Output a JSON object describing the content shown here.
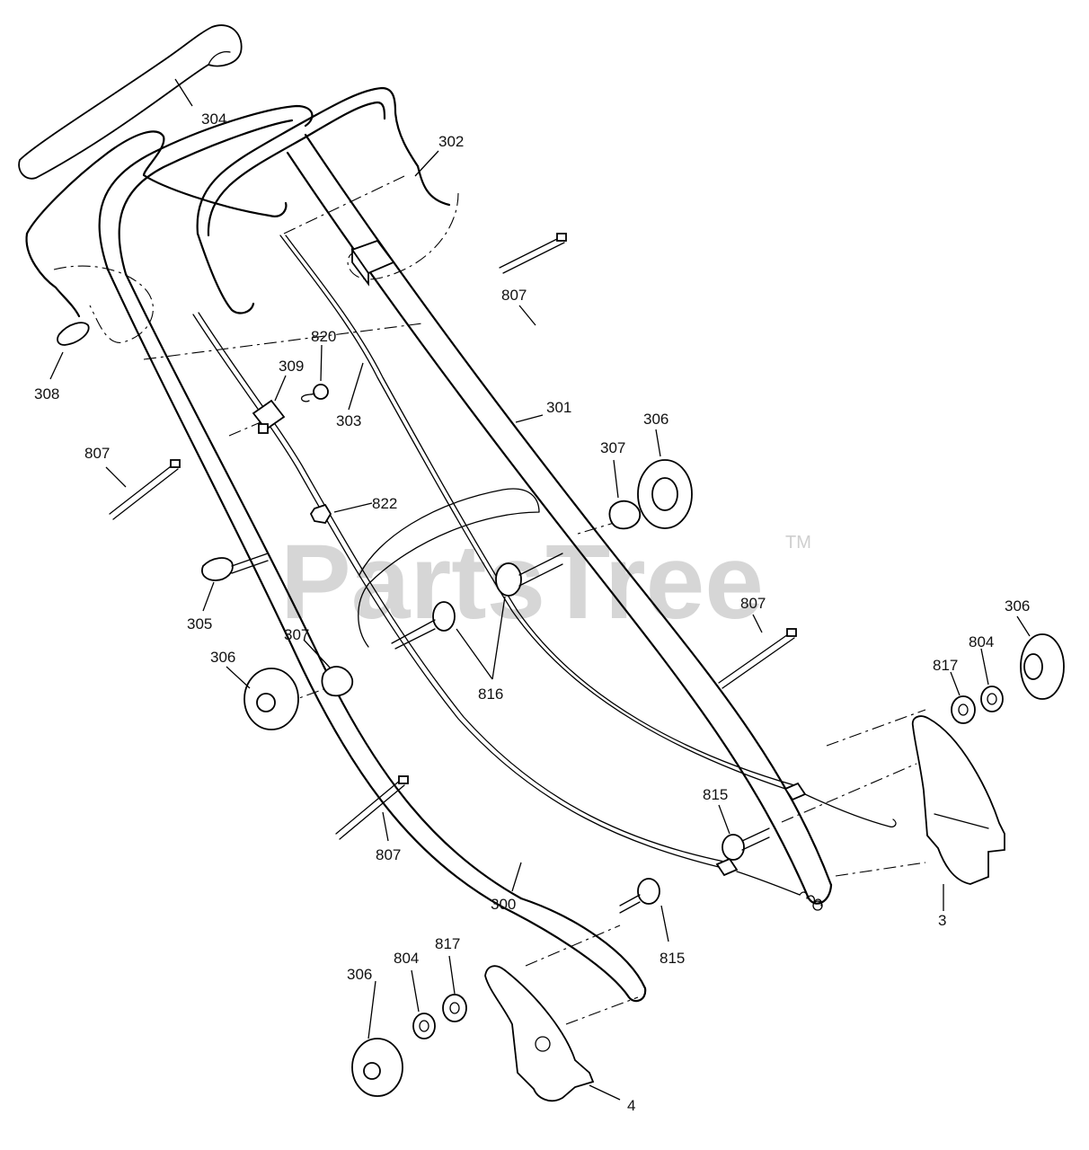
{
  "watermark": {
    "text": "PartsTree",
    "trademark": "TM"
  },
  "callouts": [
    {
      "id": "304",
      "label": "304"
    },
    {
      "id": "302",
      "label": "302"
    },
    {
      "id": "807a",
      "label": "807"
    },
    {
      "id": "820",
      "label": "820"
    },
    {
      "id": "309",
      "label": "309"
    },
    {
      "id": "303",
      "label": "303"
    },
    {
      "id": "301",
      "label": "301"
    },
    {
      "id": "308",
      "label": "308"
    },
    {
      "id": "306a",
      "label": "306"
    },
    {
      "id": "307a",
      "label": "307"
    },
    {
      "id": "807b",
      "label": "807"
    },
    {
      "id": "822",
      "label": "822"
    },
    {
      "id": "305",
      "label": "305"
    },
    {
      "id": "807c",
      "label": "807"
    },
    {
      "id": "306b",
      "label": "306"
    },
    {
      "id": "306c",
      "label": "306"
    },
    {
      "id": "307b",
      "label": "307"
    },
    {
      "id": "804a",
      "label": "804"
    },
    {
      "id": "817a",
      "label": "817"
    },
    {
      "id": "816",
      "label": "816"
    },
    {
      "id": "815a",
      "label": "815"
    },
    {
      "id": "3",
      "label": "3"
    },
    {
      "id": "807d",
      "label": "807"
    },
    {
      "id": "300",
      "label": "300"
    },
    {
      "id": "815b",
      "label": "815"
    },
    {
      "id": "306d",
      "label": "306"
    },
    {
      "id": "804b",
      "label": "804"
    },
    {
      "id": "817b",
      "label": "817"
    },
    {
      "id": "4",
      "label": "4"
    }
  ]
}
